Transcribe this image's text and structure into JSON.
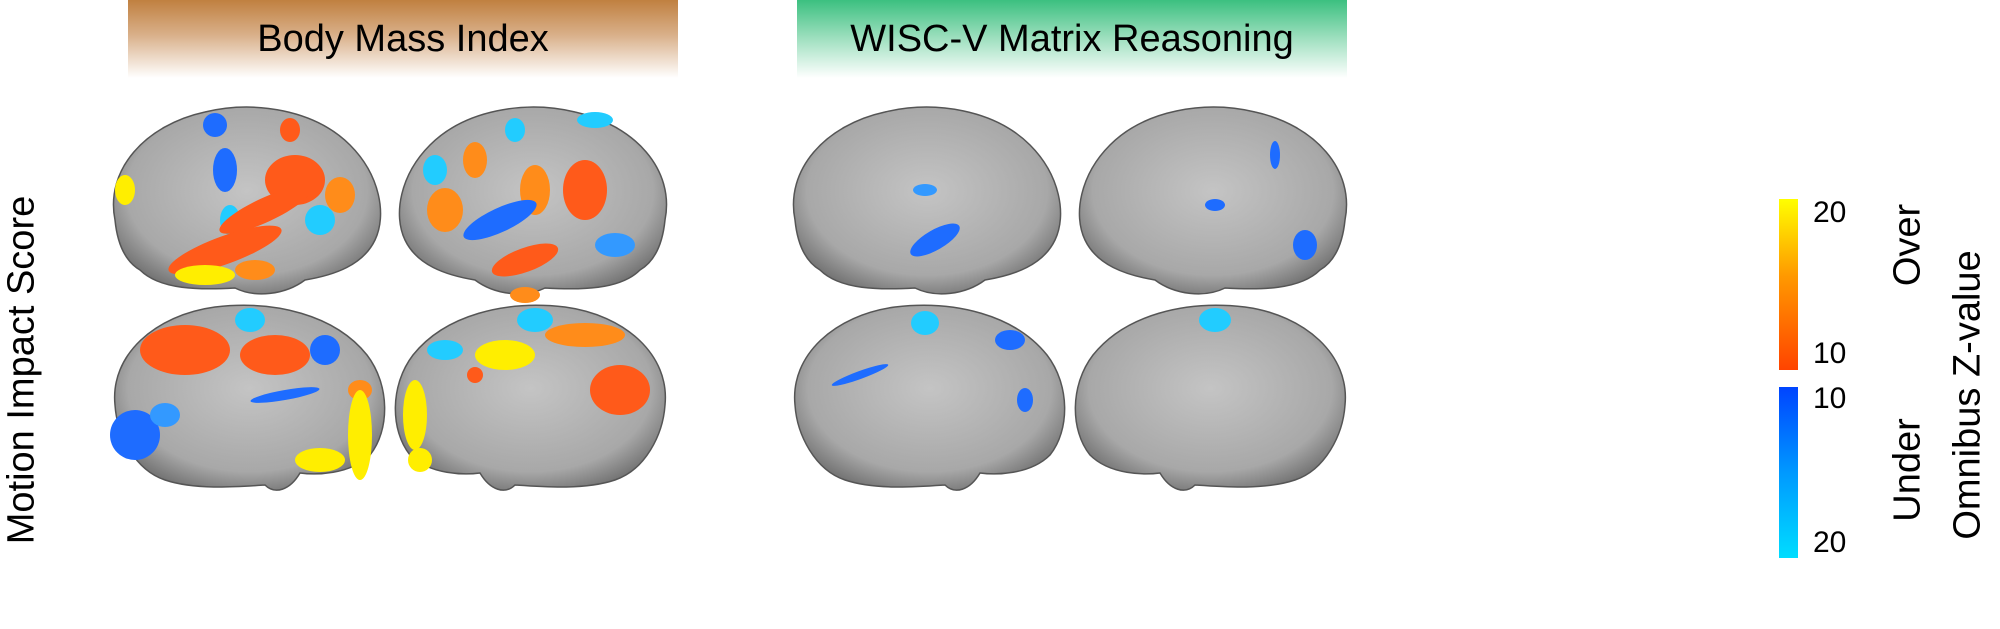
{
  "panels": [
    {
      "title": "Body Mass Index",
      "header_color": "#c08040"
    },
    {
      "title": "WISC-V Matrix Reasoning",
      "header_color": "#3cc080"
    }
  ],
  "row_label": "Motion Impact Score",
  "colorbar": {
    "title": "Omnibus Z-value",
    "over": {
      "label": "Over",
      "max": "20",
      "min": "10",
      "colors": [
        "#ffff00",
        "#ff9900",
        "#ff4400"
      ]
    },
    "under": {
      "label": "Under",
      "min": "10",
      "max": "20",
      "colors": [
        "#0044ff",
        "#0099ff",
        "#00ddff"
      ]
    }
  }
}
